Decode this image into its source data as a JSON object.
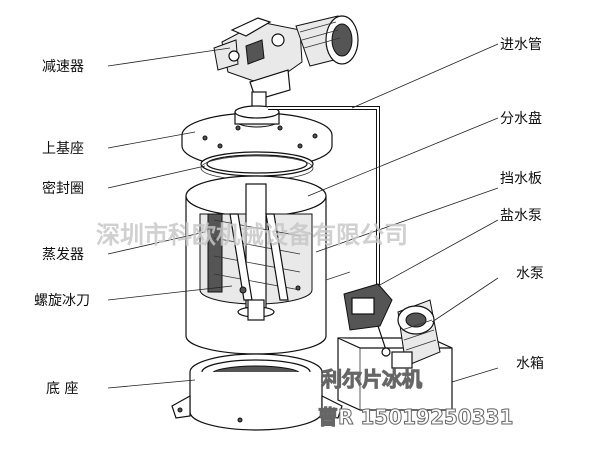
{
  "labels": {
    "reducer": "减速器",
    "upper_base": "上基座",
    "seal_ring": "密封圈",
    "evaporator": "蒸发器",
    "spiral_ice_blade": "螺旋冰刀",
    "base": "底 座",
    "water_inlet_pipe": "进水管",
    "water_distribution_tray": "分水盘",
    "water_baffle": "挡水板",
    "brine_pump": "盐水泵",
    "water_pump": "水泵",
    "water_tank": "水箱"
  },
  "watermark": {
    "company": "深圳市科欧机械设备有限公司",
    "product": "利尔片冰机",
    "contact": "曹R  15019250331"
  }
}
